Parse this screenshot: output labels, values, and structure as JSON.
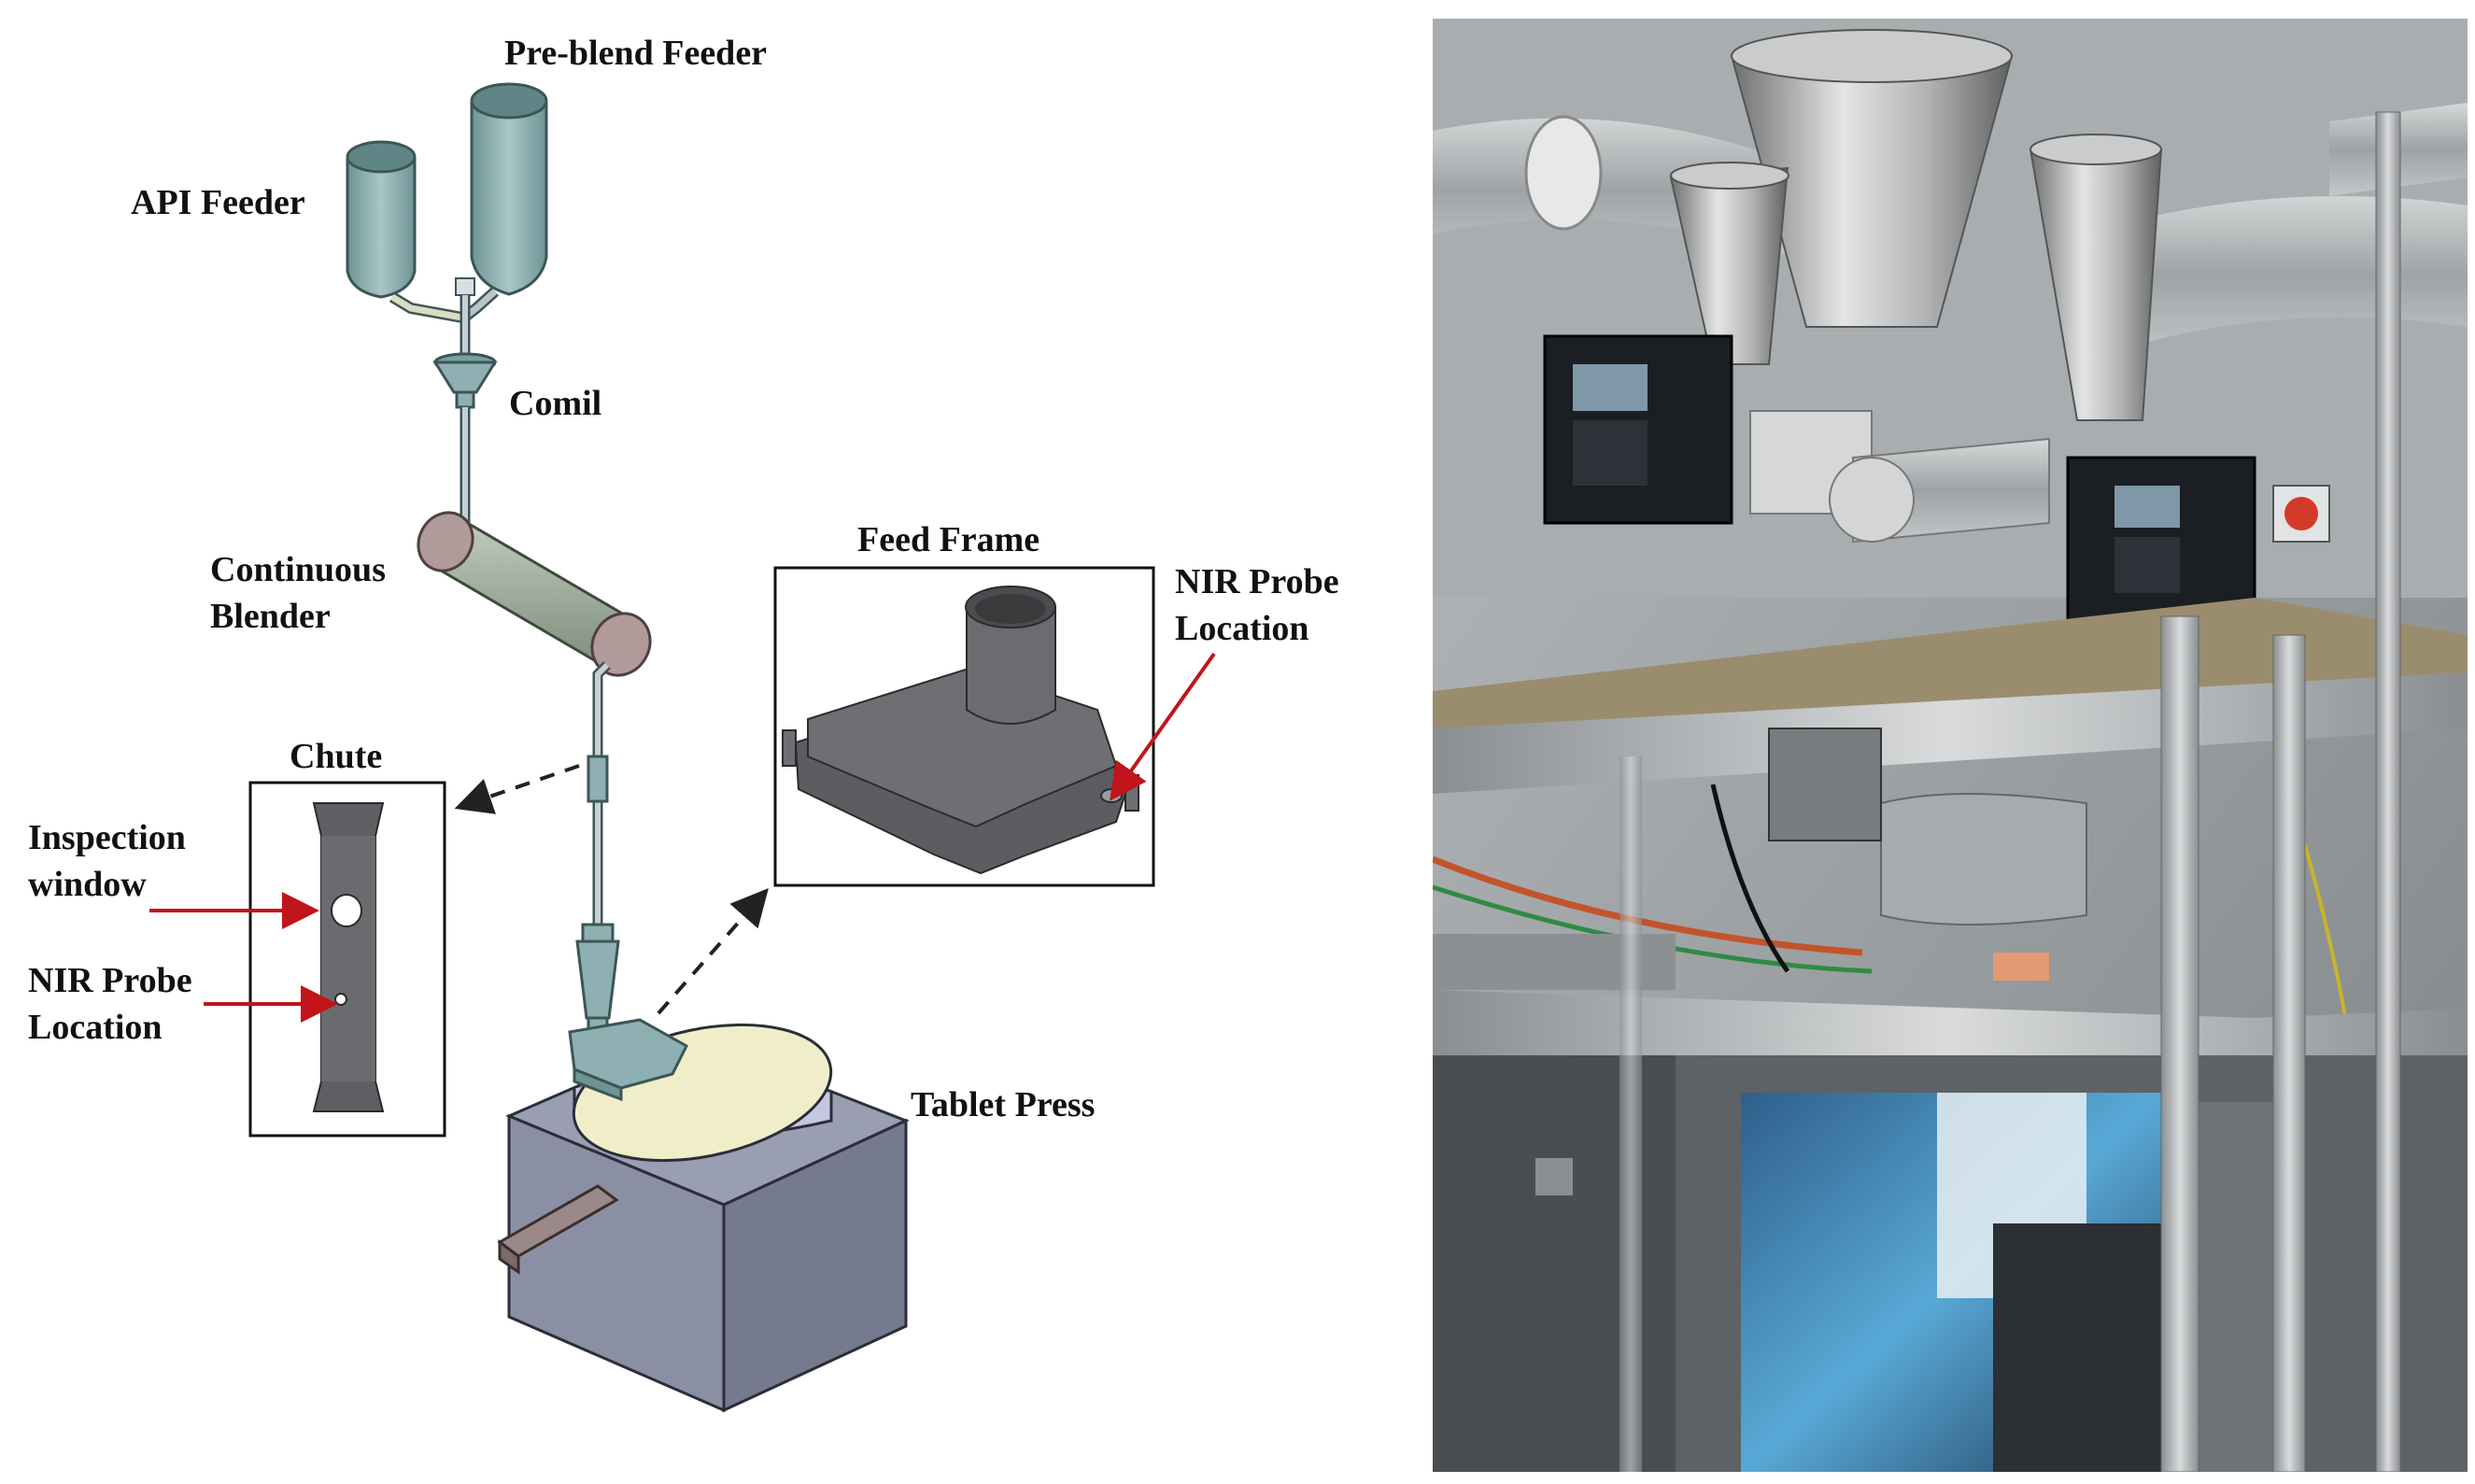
{
  "diagram": {
    "labels": {
      "pre_blend_feeder": "Pre-blend Feeder",
      "api_feeder": "API Feeder",
      "comil": "Comil",
      "continuous_blender": [
        "Continuous",
        "Blender"
      ],
      "chute": "Chute",
      "inspection_window": [
        "Inspection",
        "window"
      ],
      "nir_probe_location_chute": [
        "NIR Probe",
        "Location"
      ],
      "feed_frame": "Feed Frame",
      "nir_probe_location_feed_frame": [
        "NIR Probe",
        "Location"
      ],
      "tablet_press": "Tablet Press"
    },
    "colors": {
      "feeder_body": "#8fb0b2",
      "feeder_top": "#6e9597",
      "blender_end": "#b09a9a",
      "blender_body": "#9ca99a",
      "pipe": "#b9c4cb",
      "comil": "#8fb0b2",
      "press_box": "#8b8fa3",
      "press_turret": "#efeec8",
      "feed_frame_grey": "#6b6d70",
      "arrow_red": "#c2141b",
      "dash_arrow": "#222222"
    }
  },
  "photo": {
    "subject": "continuous-manufacturing-line-photo"
  }
}
